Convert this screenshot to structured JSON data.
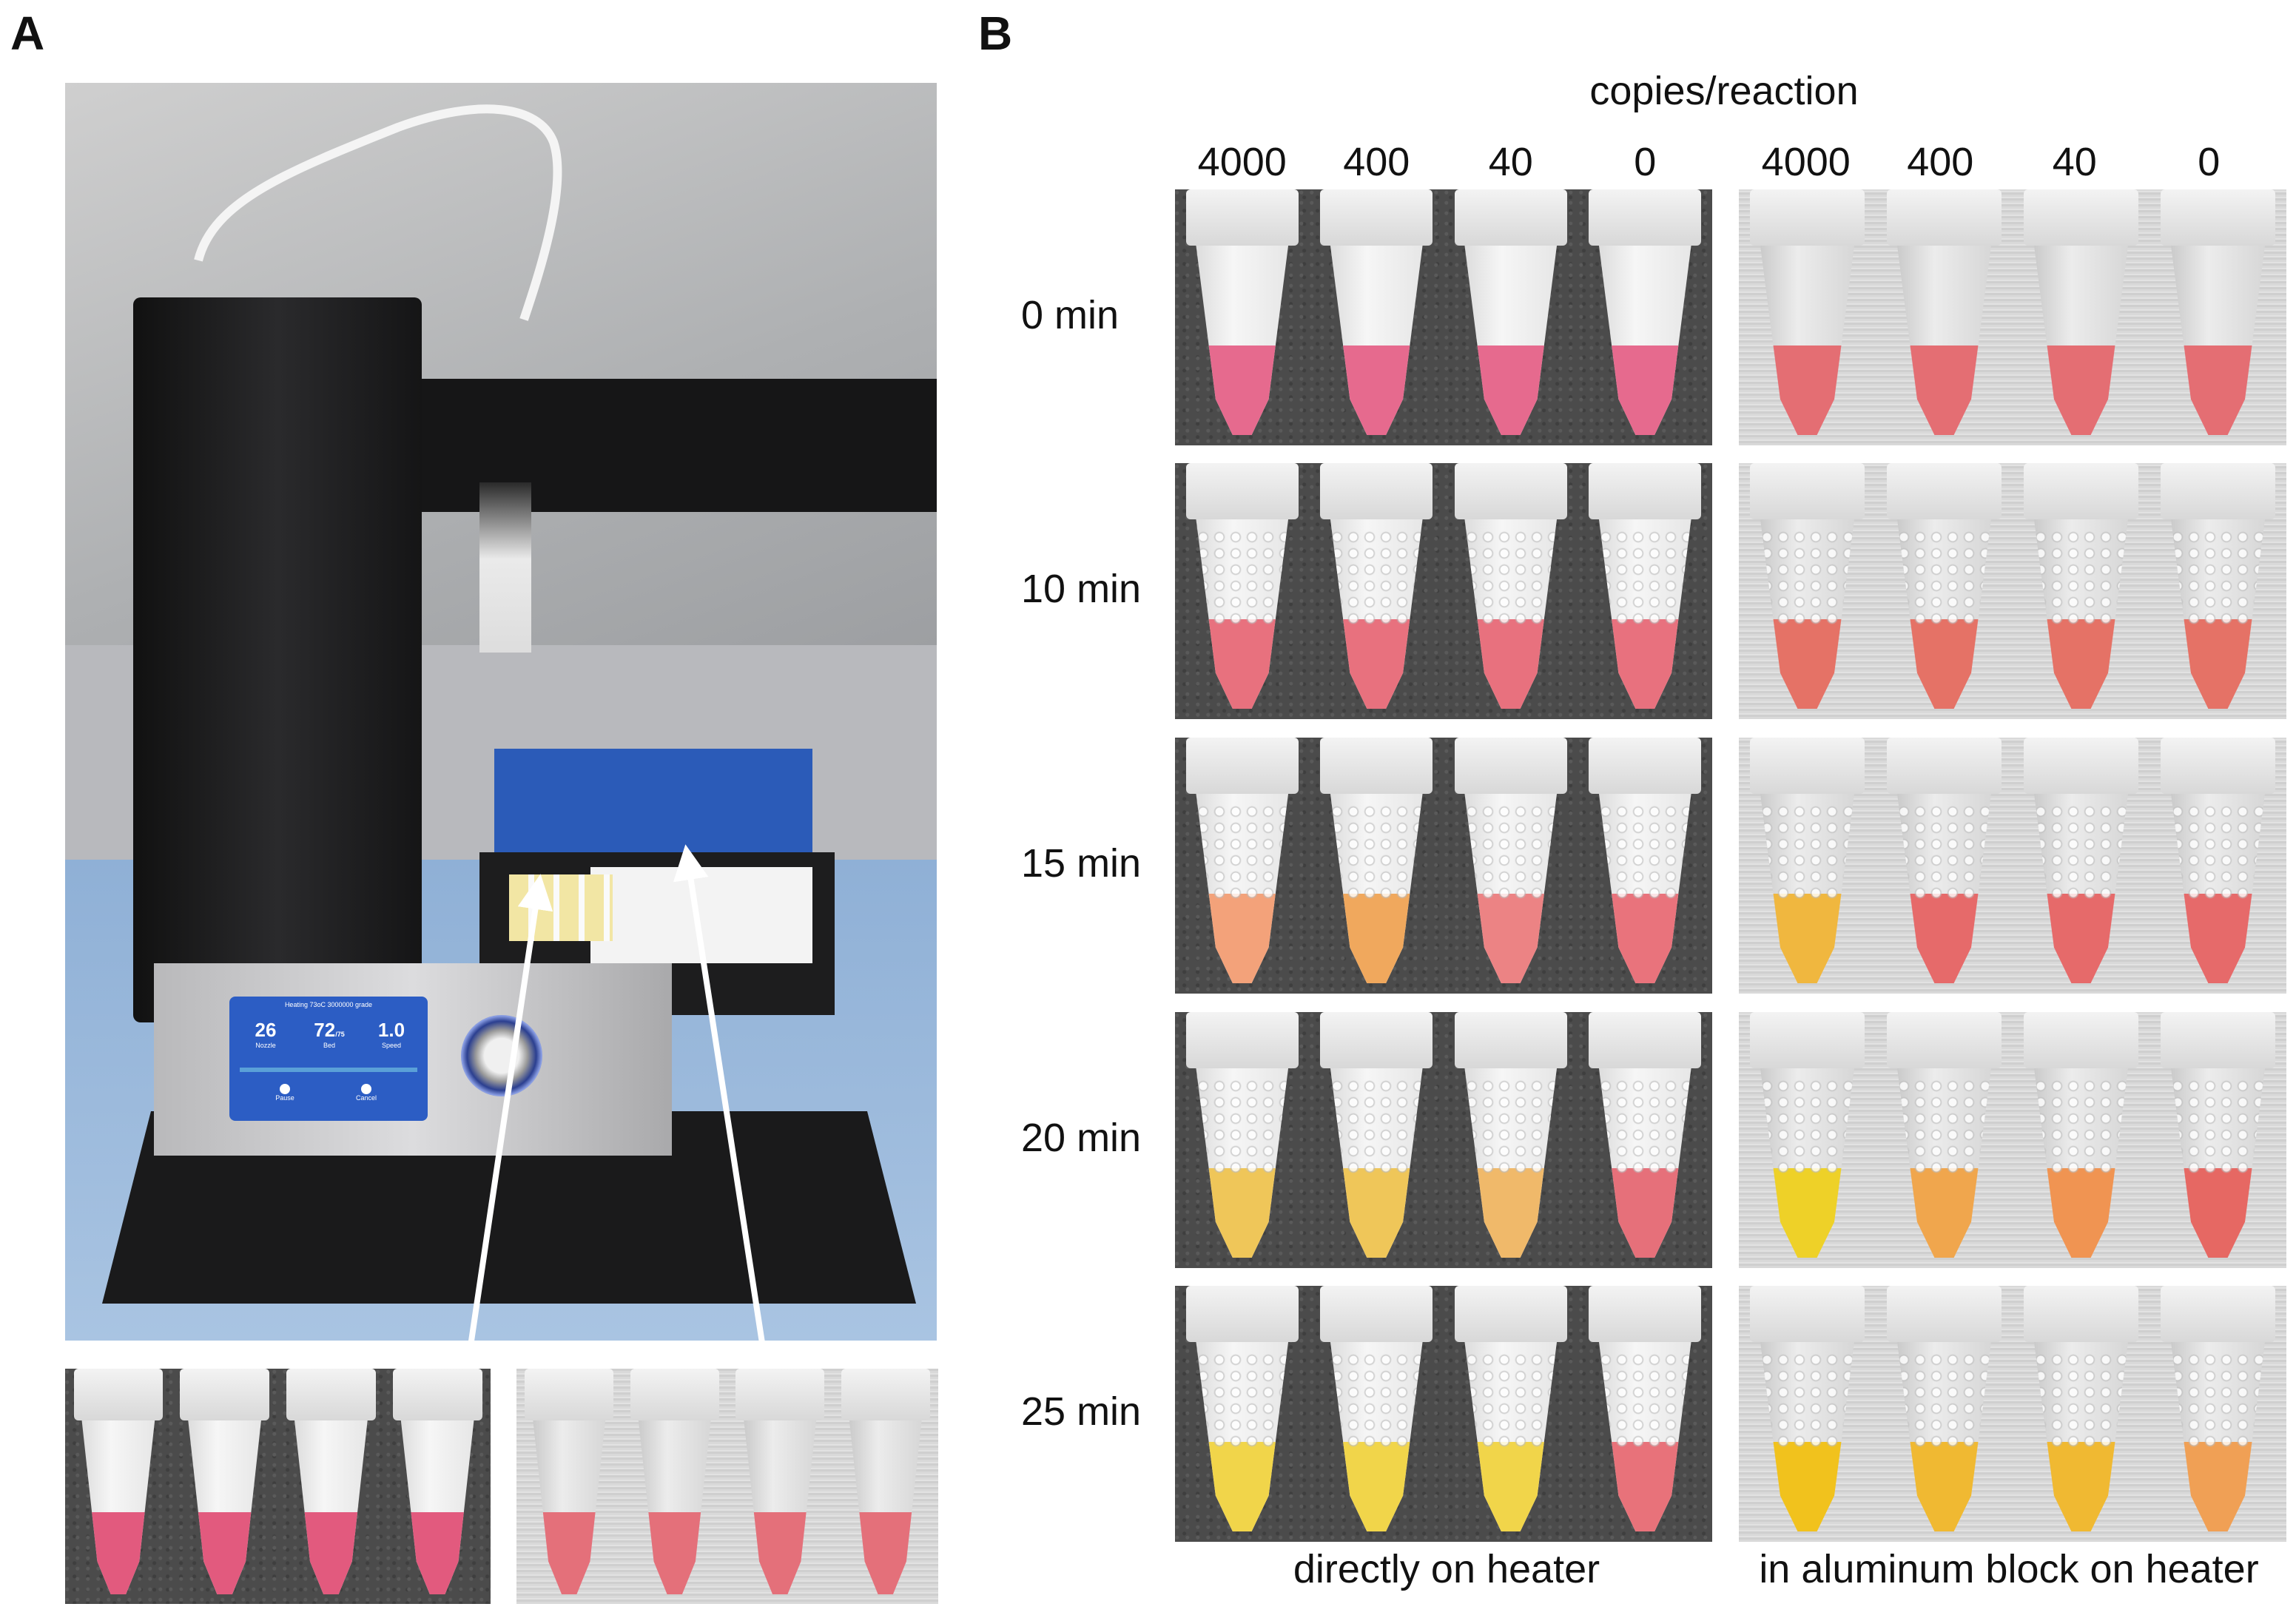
{
  "panels": {
    "a": {
      "label": "A"
    },
    "b": {
      "label": "B"
    }
  },
  "header": {
    "axis_title": "copies/reaction",
    "heater_columns": [
      "4000",
      "400",
      "40",
      "0"
    ],
    "block_columns": [
      "4000",
      "400",
      "40",
      "0"
    ]
  },
  "rows": [
    {
      "label": "0 min",
      "heater": [
        "#e66a8e",
        "#e66a8e",
        "#e66a8e",
        "#e66a8e"
      ],
      "block": [
        "#e46e73",
        "#e46e73",
        "#e46e73",
        "#e46e73"
      ],
      "bubbles": false
    },
    {
      "label": "10 min",
      "heater": [
        "#e8717e",
        "#e8717e",
        "#e8717e",
        "#e8717e"
      ],
      "block": [
        "#e57266",
        "#e57266",
        "#e57266",
        "#e57266"
      ],
      "bubbles": true
    },
    {
      "label": "15 min",
      "heater": [
        "#f3a27a",
        "#f0a85d",
        "#ec8384",
        "#e9737c"
      ],
      "block": [
        "#f0b73f",
        "#e66a6a",
        "#e66a6a",
        "#e66a6a"
      ],
      "bubbles": true
    },
    {
      "label": "20 min",
      "heater": [
        "#efc659",
        "#efc659",
        "#f0b96a",
        "#e6707a"
      ],
      "block": [
        "#eed128",
        "#f0a64d",
        "#f09452",
        "#e66863"
      ],
      "bubbles": true
    },
    {
      "label": "25 min",
      "heater": [
        "#f1d54a",
        "#f1d54a",
        "#f1d54a",
        "#e8727a"
      ],
      "block": [
        "#f1c21d",
        "#f0b932",
        "#f0b932",
        "#f0a055"
      ],
      "bubbles": true
    }
  ],
  "footer": {
    "heater_caption": "directly on heater",
    "block_caption": "in aluminum block on heater"
  },
  "printer_screen": {
    "status": "Heating 73oC 3000000 grade",
    "nozzle_value": "26",
    "nozzle_label": "Nozzle",
    "bed_value": "72",
    "bed_unit": "/75",
    "bed_label": "Bed",
    "speed_value": "1.0",
    "speed_label": "Speed",
    "pause_label": "Pause",
    "cancel_label": "Cancel"
  },
  "inset_colors": {
    "left": [
      "#e25a7e",
      "#e25a7e",
      "#e25a7e",
      "#e25a7e"
    ],
    "right": [
      "#e4707a",
      "#e4707a",
      "#e4707a",
      "#e4707a"
    ]
  }
}
